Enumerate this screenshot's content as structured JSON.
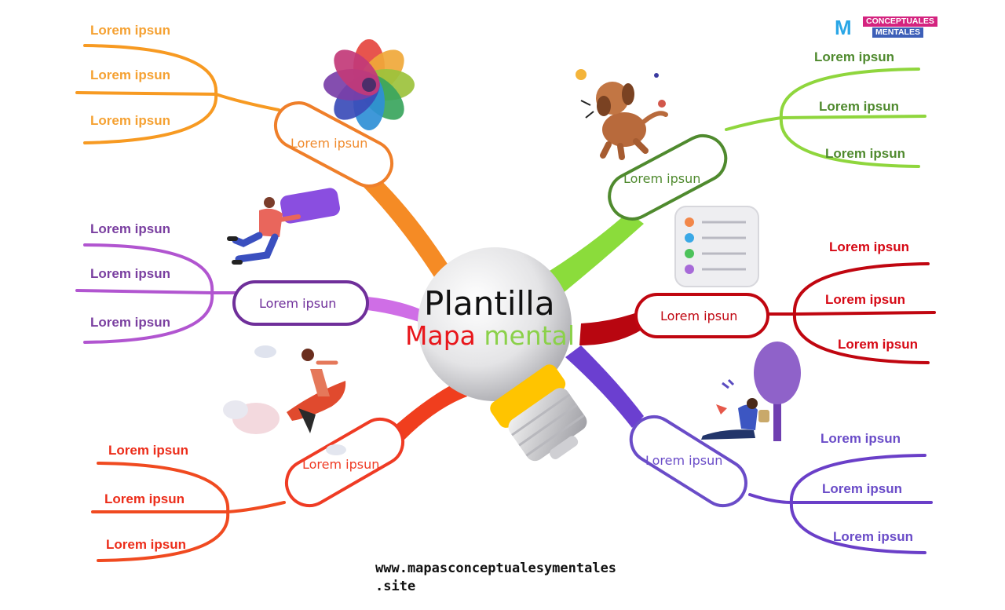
{
  "center": {
    "title": "Plantilla",
    "subtitle_word1": "Mapa",
    "subtitle_word2": "mental",
    "subtitle_color1": "#e8161b",
    "subtitle_color2": "#8bd14a"
  },
  "logo": {
    "line1": "CONCEPTUALES",
    "line2": "MENTALES"
  },
  "website": {
    "line1": "www.mapasconceptualesymentales",
    "line2": ".site"
  },
  "branches": [
    {
      "id": "top-left",
      "color": "#f08a2c",
      "pill_label": "Lorem ipsun",
      "leaves": [
        "Lorem ipsun",
        "Lorem ipsun",
        "Lorem ipsun"
      ],
      "illustration": "color-wheel-icon"
    },
    {
      "id": "mid-left",
      "color": "#7a3fa0",
      "pill_label": "Lorem ipsun",
      "leaves": [
        "Lorem ipsun",
        "Lorem ipsun",
        "Lorem ipsun"
      ],
      "illustration": "person-with-sign-icon"
    },
    {
      "id": "bottom-left",
      "color": "#ef3b24",
      "pill_label": "Lorem ipsun",
      "leaves": [
        "Lorem ipsun",
        "Lorem ipsun",
        "Lorem ipsun"
      ],
      "illustration": "rocket-rider-icon"
    },
    {
      "id": "top-right",
      "color": "#4f8a2e",
      "pill_label": "Lorem ipsun",
      "leaves": [
        "Lorem ipsun",
        "Lorem ipsun",
        "Lorem ipsun"
      ],
      "illustration": "dog-icon"
    },
    {
      "id": "mid-right",
      "color": "#c8050f",
      "pill_label": "Lorem ipsun",
      "leaves": [
        "Lorem ipsun",
        "Lorem ipsun",
        "Lorem ipsun"
      ],
      "illustration": "checklist-icon"
    },
    {
      "id": "bottom-right",
      "color": "#6a4cc8",
      "pill_label": "Lorem ipsun",
      "leaves": [
        "Lorem ipsun",
        "Lorem ipsun",
        "Lorem ipsun"
      ],
      "illustration": "person-reading-icon"
    }
  ]
}
